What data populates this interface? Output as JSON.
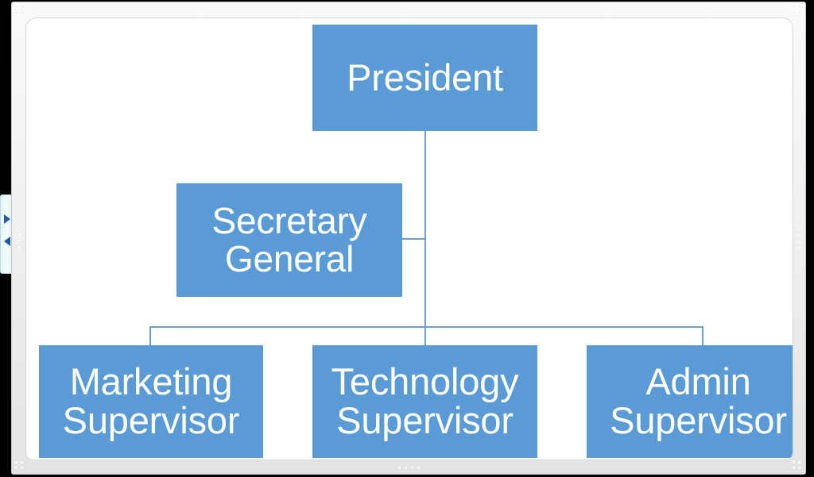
{
  "app": {
    "surface": "smartart-organization-chart",
    "accent_color": "#5B9BD5",
    "connector_color": "#6BA0D2",
    "canvas_color": "#FFFFFF",
    "frame_color": "#F2F2F2",
    "text_color": "#FFFFFF"
  },
  "text_pane_tab": {
    "expand_arrow": "▶",
    "collapse_arrow": "◀"
  },
  "chart_data": {
    "type": "diagram",
    "diagram_kind": "organization-chart",
    "title": "",
    "nodes": [
      {
        "id": "president",
        "label": "President",
        "level": 0,
        "kind": "manager"
      },
      {
        "id": "secretary",
        "label": "Secretary\nGeneral",
        "level": 1,
        "kind": "assistant"
      },
      {
        "id": "marketing",
        "label": "Marketing\nSupervisor",
        "level": 2,
        "kind": "subordinate"
      },
      {
        "id": "technology",
        "label": "Technology\nSupervisor",
        "level": 2,
        "kind": "subordinate"
      },
      {
        "id": "admin",
        "label": "Admin\nSupervisor",
        "level": 2,
        "kind": "subordinate"
      }
    ],
    "edges": [
      {
        "from": "president",
        "to": "secretary",
        "style": "assistant"
      },
      {
        "from": "president",
        "to": "marketing",
        "style": "elbow"
      },
      {
        "from": "president",
        "to": "technology",
        "style": "straight"
      },
      {
        "from": "president",
        "to": "admin",
        "style": "elbow"
      }
    ]
  },
  "nodes": {
    "president": {
      "label": "President"
    },
    "secretary": {
      "label": "Secretary\nGeneral"
    },
    "marketing": {
      "label": "Marketing\nSupervisor"
    },
    "technology": {
      "label": "Technology\nSupervisor"
    },
    "admin": {
      "label": "Admin\nSupervisor"
    }
  }
}
